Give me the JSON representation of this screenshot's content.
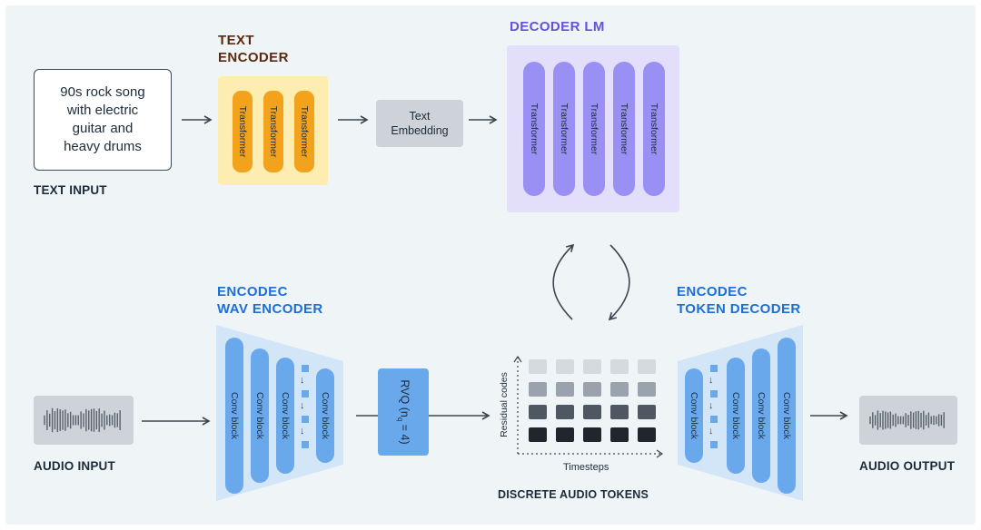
{
  "text_input": {
    "prompt_lines": [
      "90s rock song",
      "with electric",
      "guitar and",
      "heavy drums"
    ],
    "caption": "TEXT INPUT"
  },
  "text_encoder": {
    "heading_lines": [
      "TEXT",
      "ENCODER"
    ],
    "blocks": [
      "Transformer",
      "Transformer",
      "Transformer"
    ]
  },
  "text_embedding": {
    "lines": [
      "Text",
      "Embedding"
    ]
  },
  "decoder_lm": {
    "heading": "DECODER LM",
    "blocks": [
      "Transformer",
      "Transformer",
      "Transformer",
      "Transformer",
      "Transformer"
    ]
  },
  "encodec_encoder": {
    "heading_lines": [
      "ENCODEC",
      "WAV ENCODER"
    ],
    "blocks": [
      "Conv block",
      "Conv block",
      "Conv block",
      "Conv block"
    ]
  },
  "rvq": {
    "label": "RVQ (n",
    "subscript": "q",
    "suffix": " = 4)"
  },
  "tokens": {
    "y_axis_label": "Residual codes",
    "x_axis_label": "Timesteps",
    "caption": "DISCRETE AUDIO TOKENS",
    "row_colors": [
      "#d5dadf",
      "#9aa3ad",
      "#4f5862",
      "#1f262e"
    ]
  },
  "encodec_decoder": {
    "heading_lines": [
      "ENCODEC",
      "TOKEN DECODER"
    ],
    "blocks": [
      "Conv block",
      "Conv block",
      "Conv block",
      "Conv block"
    ]
  },
  "audio_input": {
    "caption": "AUDIO INPUT"
  },
  "audio_output": {
    "caption": "AUDIO OUTPUT"
  },
  "colors": {
    "text_encoder_heading": "#5b2a0e",
    "decoder_heading": "#6552d8",
    "encodec_heading": "#1d6fd6",
    "arrow": "#3b4650"
  }
}
